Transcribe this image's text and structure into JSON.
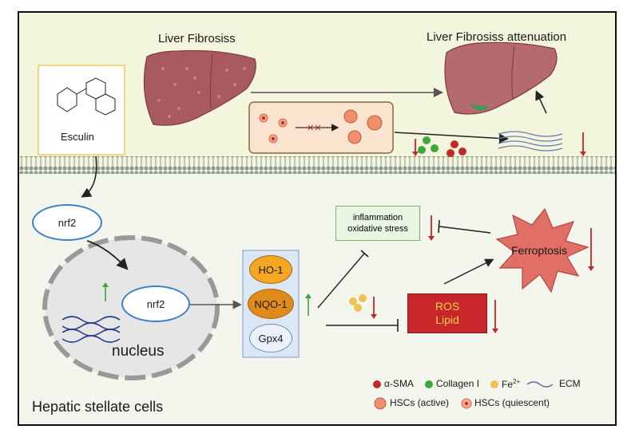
{
  "titles": {
    "liver_fibrosis": "Liver Fibrosiss",
    "liver_fibrosis_attenuation": "Liver Fibrosiss attenuation"
  },
  "compound": {
    "name": "Esculin"
  },
  "nrf2_cytoplasm": "nrf2",
  "nrf2_nucleus": "nrf2",
  "nucleus_label": "nucleus",
  "proteins": [
    "HO-1",
    "NQO-1",
    "Gpx4"
  ],
  "inflammation_box": {
    "line1": "inflammation",
    "line2": "oxidative stress"
  },
  "ros_box": {
    "line1": "ROS",
    "line2": "Lipid"
  },
  "ferroptosis": "Ferroptosis",
  "cell_label": "Hepatic stellate cells",
  "legend": {
    "alpha_sma": "α-SMA",
    "collagen": "Collagen I",
    "fe": "Fe",
    "fe_sup": "2+",
    "ecm": "ECM",
    "hsc_active": "HSCs (active)",
    "hsc_quiescent": "HSCs (quiescent)"
  },
  "colors": {
    "alpha_sma": "#c0282a",
    "collagen": "#3aa83a",
    "fe": "#f2c14e",
    "ecm": "#6b7bb5",
    "down_arrow": "#c0282a",
    "up_arrow": "#3aa83a",
    "ros_box_fill": "#c8262a",
    "ferroptosis_fill": "#e07066",
    "nrf2_border": "#3b80c9",
    "liver": "#a85a5e"
  }
}
